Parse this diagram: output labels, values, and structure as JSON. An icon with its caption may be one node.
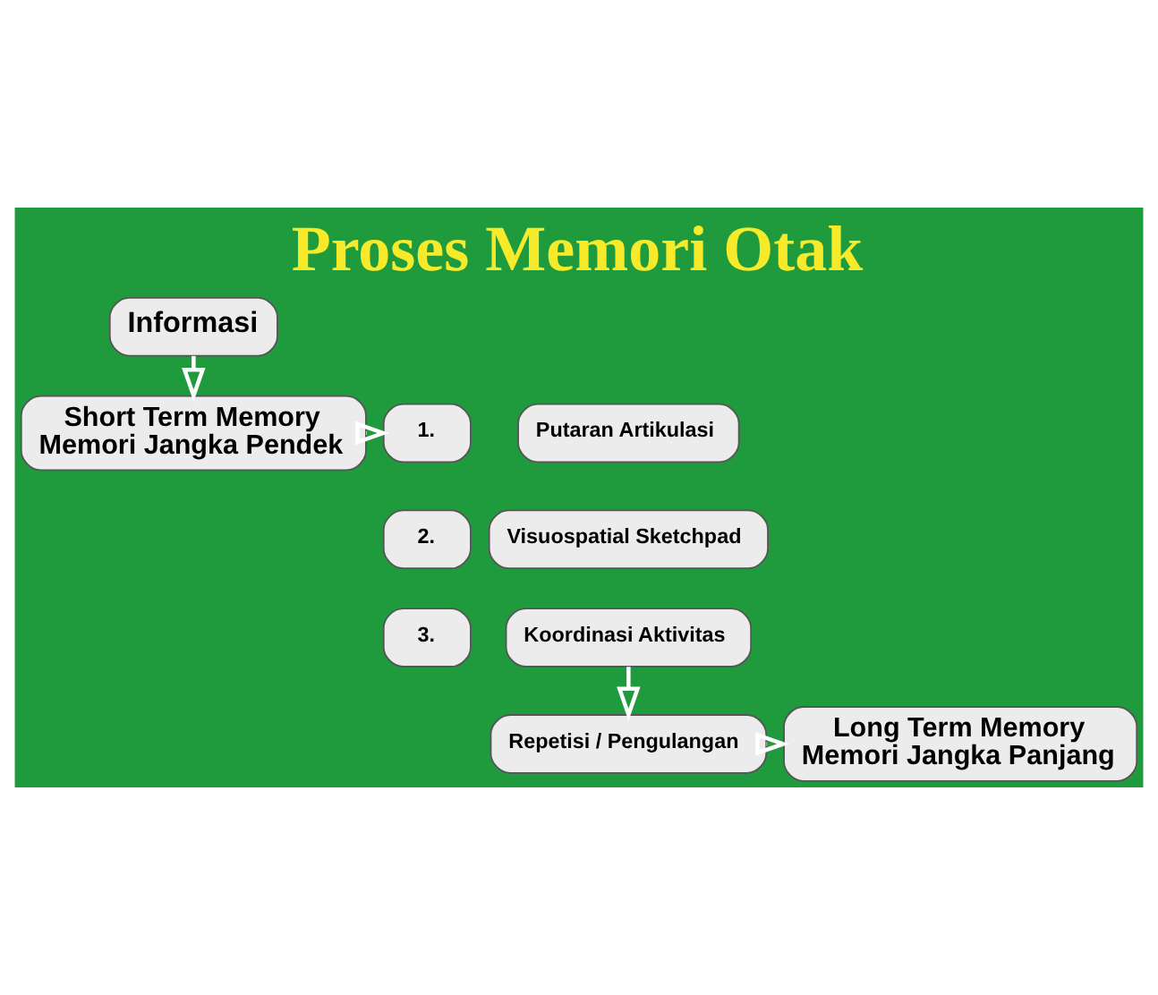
{
  "diagram": {
    "title": "Proses Memori Otak",
    "nodes": [
      {
        "text": [
          "Informasi"
        ]
      },
      {
        "text": [
          "Short Term Memory",
          "Memori Jangka Pendek"
        ]
      },
      {
        "text": [
          "1."
        ]
      },
      {
        "text": [
          "Putaran Artikulasi"
        ]
      },
      {
        "text": [
          "2."
        ]
      },
      {
        "text": [
          "Visuospatial Sketchpad"
        ]
      },
      {
        "text": [
          "3."
        ]
      },
      {
        "text": [
          "Koordinasi Aktivitas"
        ]
      },
      {
        "text": [
          "Repetisi / Pengulangan"
        ]
      },
      {
        "text": [
          "Long Term Memory",
          "Memori Jangka Panjang"
        ]
      }
    ],
    "edges": [
      {
        "from": 0,
        "to": 1,
        "arrow": "to"
      },
      {
        "from": 1,
        "to": 2,
        "arrow": "to"
      },
      {
        "from": 7,
        "to": 8,
        "arrow": "to"
      },
      {
        "from": 8,
        "to": 9,
        "arrow": "to"
      }
    ]
  }
}
